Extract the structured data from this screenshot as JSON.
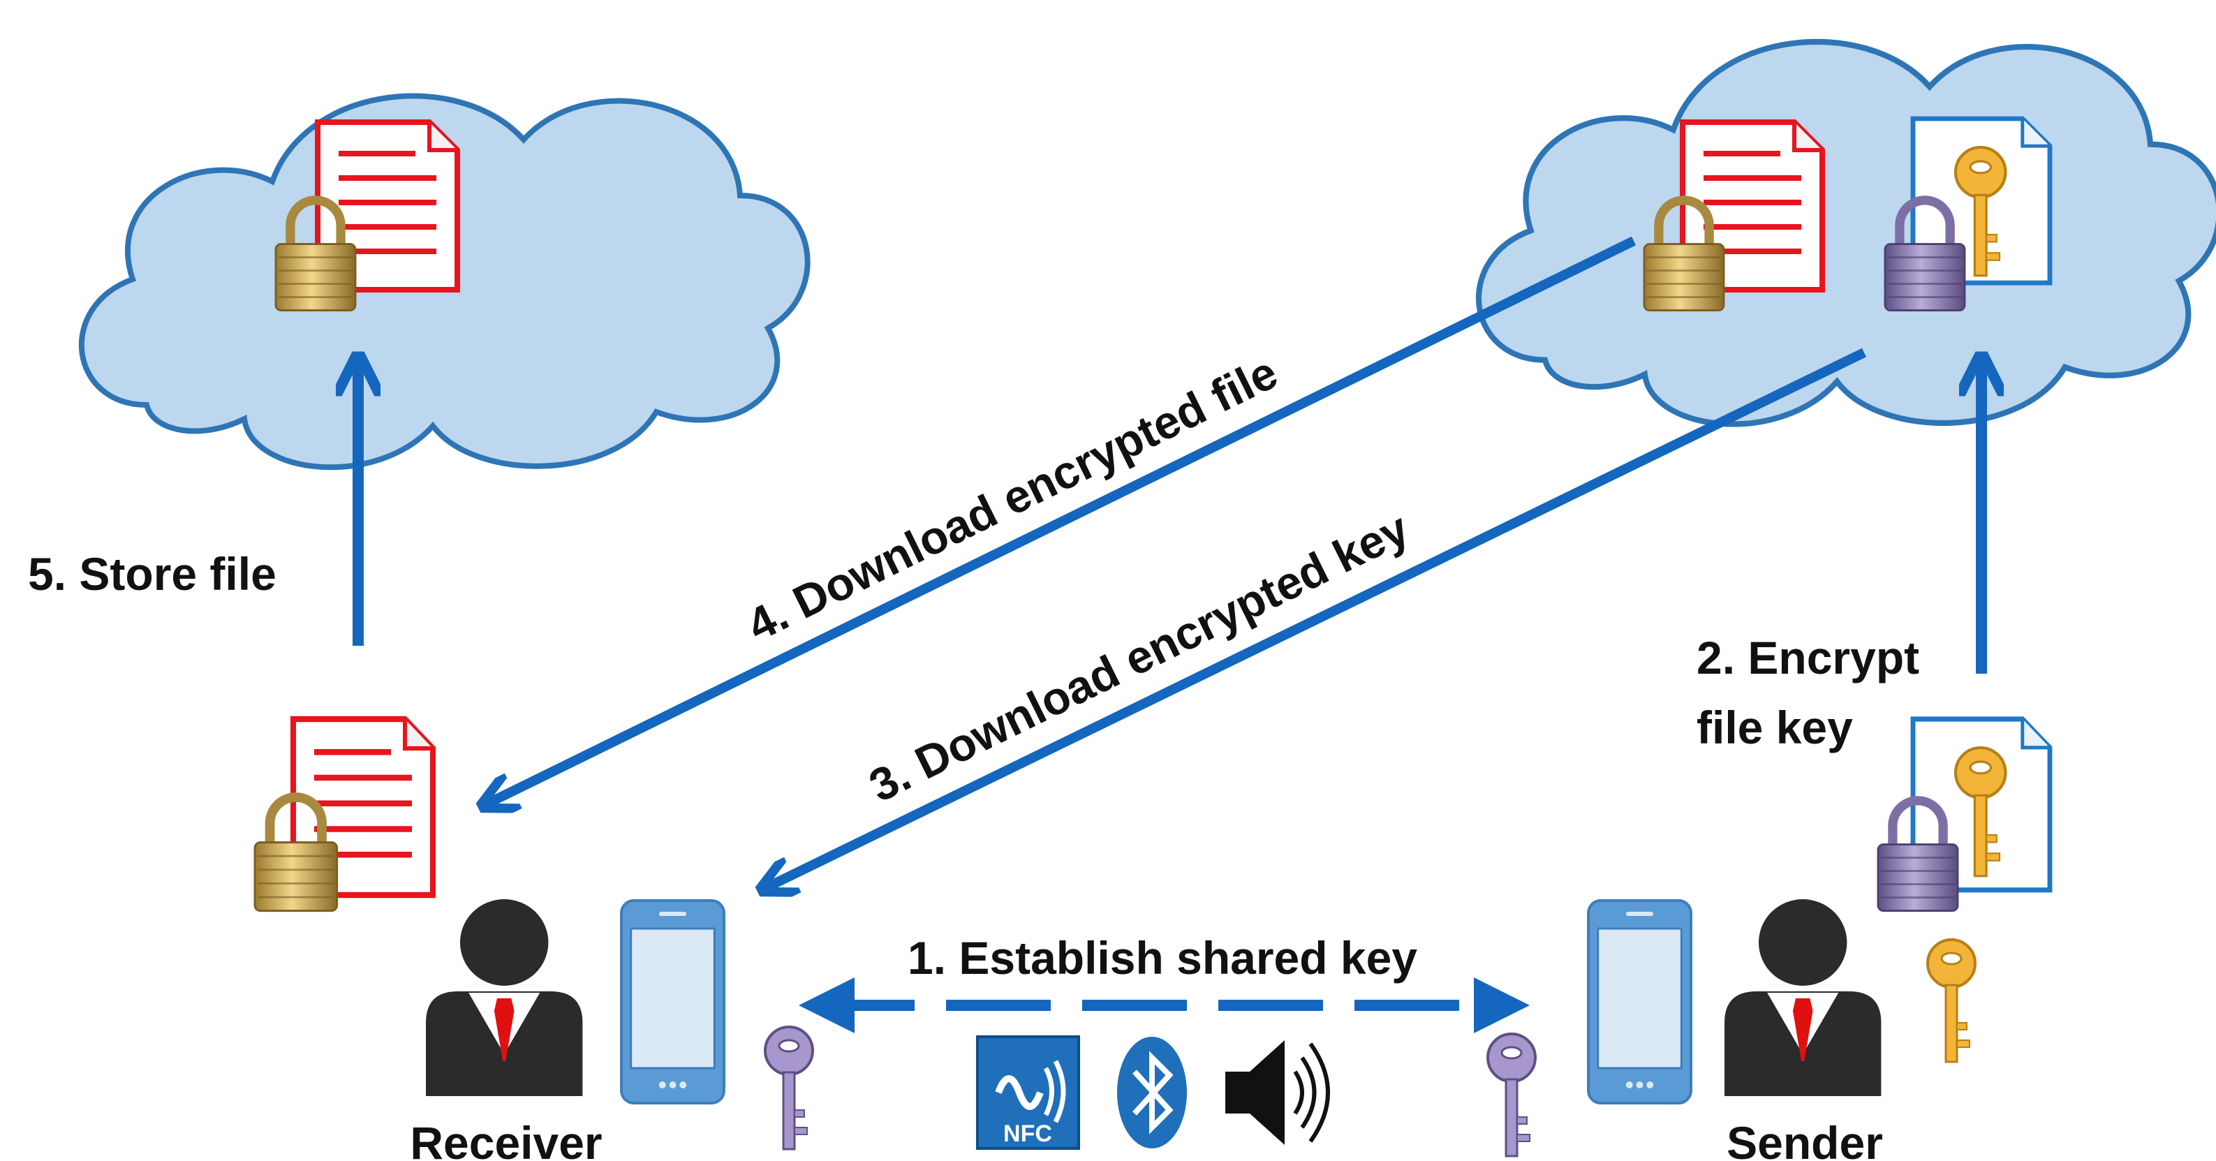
{
  "steps": {
    "establish": "1. Establish shared key",
    "encrypt_line1": "2. Encrypt",
    "encrypt_line2": "file key",
    "download_key": "3. Download encrypted key",
    "download_file": "4. Download encrypted file",
    "store": "5. Store file"
  },
  "actors": {
    "receiver": "Receiver",
    "sender": "Sender"
  },
  "channels": {
    "nfc": "NFC"
  },
  "colors": {
    "arrow": "#1466be",
    "cloud_fill": "#bdd7ee",
    "cloud_stroke": "#2e75b6",
    "document_red": "#e8141e",
    "document_blue": "#1f78c8",
    "lock_gold": "#c8a04a",
    "lock_purple": "#8c7cae",
    "key_gold": "#f0b030",
    "key_purple": "#9d8cc2",
    "phone": "#5b9bd5",
    "tie": "#e01010"
  },
  "icons": [
    "cloud-icon",
    "encrypted-document-icon",
    "lock-icon",
    "key-icon",
    "phone-icon",
    "person-icon",
    "nfc-icon",
    "bluetooth-icon",
    "speaker-icon"
  ]
}
